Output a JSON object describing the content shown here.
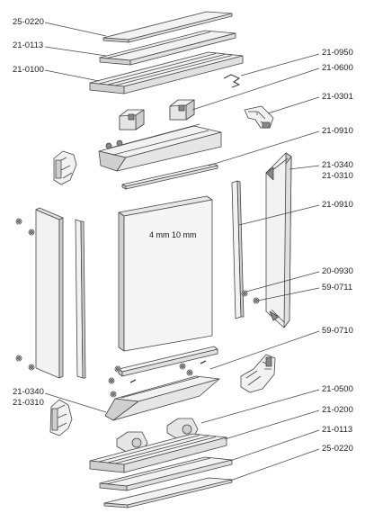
{
  "labels_left": [
    {
      "id": "l1",
      "text": "25-0220"
    },
    {
      "id": "l2",
      "text": "21-0113"
    },
    {
      "id": "l3",
      "text": "21-0100"
    },
    {
      "id": "l4",
      "text": "21-0340"
    },
    {
      "id": "l5",
      "text": "21-0310"
    }
  ],
  "labels_right": [
    {
      "id": "r1",
      "text": "21-0950"
    },
    {
      "id": "r2",
      "text": "21-0600"
    },
    {
      "id": "r3",
      "text": "21-0301"
    },
    {
      "id": "r4",
      "text": "21-0910"
    },
    {
      "id": "r5",
      "text": "21-0340"
    },
    {
      "id": "r6",
      "text": "21-0310"
    },
    {
      "id": "r7",
      "text": "21-0910"
    },
    {
      "id": "r8",
      "text": "20-0930"
    },
    {
      "id": "r9",
      "text": "59-0711"
    },
    {
      "id": "r10",
      "text": "59-0710"
    },
    {
      "id": "r11",
      "text": "21-0500"
    },
    {
      "id": "r12",
      "text": "21-0200"
    },
    {
      "id": "r13",
      "text": "21-0113"
    },
    {
      "id": "r14",
      "text": "25-0220"
    }
  ],
  "panel_text": "4 mm 10 mm",
  "colors": {
    "line": "#444444",
    "part_fill": "#f2f2f2",
    "shade": "#cfcfcf",
    "dark": "#888888"
  }
}
